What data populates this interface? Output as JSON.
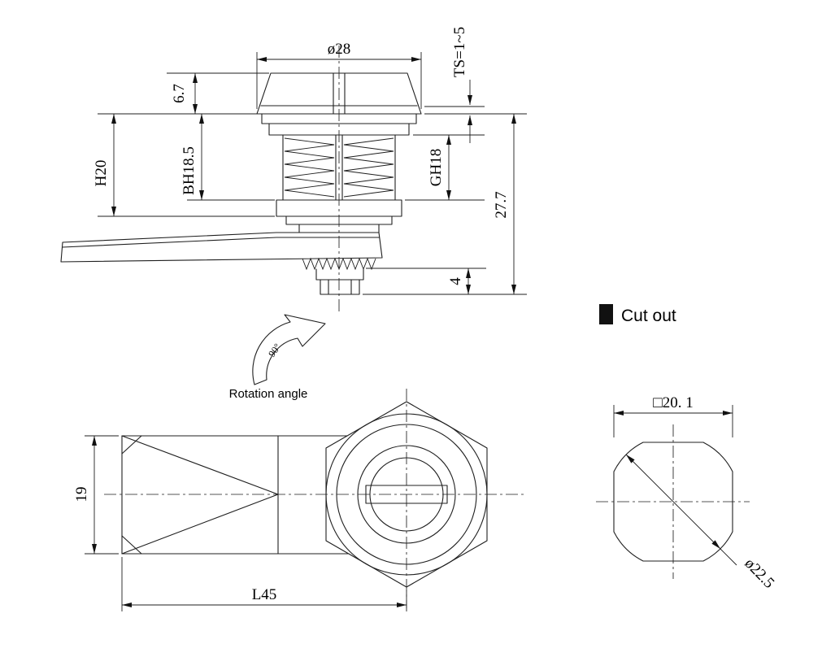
{
  "drawing": {
    "side_view": {
      "head_diameter": "ø28",
      "panel_thickness": "TS=1~5",
      "head_height": "6.7",
      "h_height": "H20",
      "body_height": "BH18.5",
      "grip_height": "GH18",
      "total_height": "27.7",
      "stem_height": "4"
    },
    "rotation": {
      "degree": "90°",
      "label": "Rotation angle"
    },
    "legend": {
      "cutout": "Cut out"
    },
    "plan_view": {
      "cam_width": "19",
      "length": "L45"
    },
    "cutout_view": {
      "square_size": "□20. 1",
      "corner_diameter": "ø22.5"
    }
  }
}
